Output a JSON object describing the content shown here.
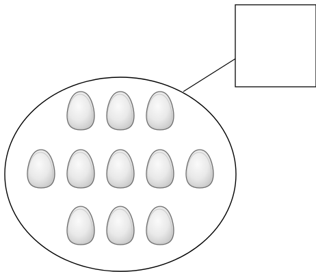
{
  "diagram": {
    "egg_rows": [
      3,
      5,
      3
    ],
    "egg_count": 11,
    "answer_box_text": "",
    "colors": {
      "outline": "#000000",
      "egg_fill": "#ececec",
      "egg_shadow": "#c9c9c9",
      "egg_stroke": "#6b6b6b",
      "background": "#ffffff"
    }
  }
}
